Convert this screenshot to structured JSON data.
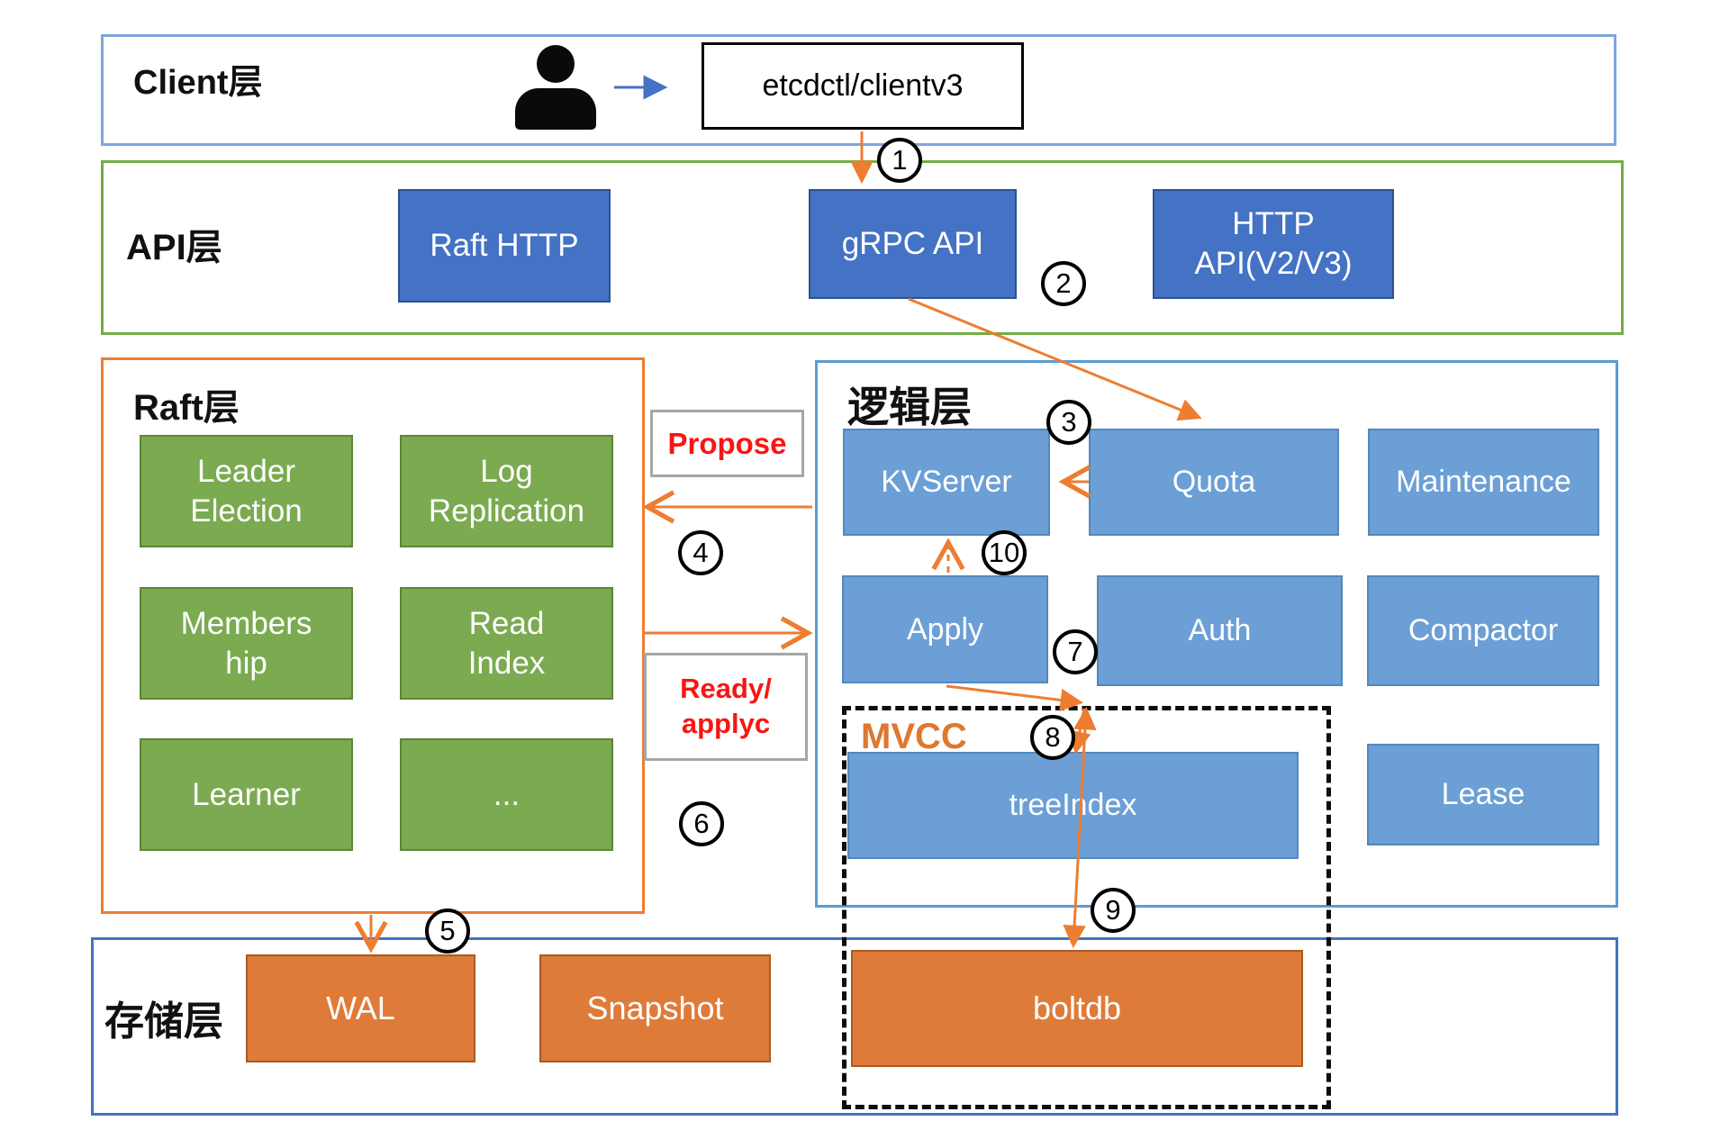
{
  "client_layer": {
    "title": "Client层",
    "client_box": "etcdctl/clientv3"
  },
  "api_layer": {
    "title": "API层",
    "raft_http": "Raft HTTP",
    "grpc_api": "gRPC API",
    "http_api": "HTTP\nAPI(V2/V3)"
  },
  "raft_layer": {
    "title": "Raft层",
    "leader_election": "Leader\nElection",
    "log_replication": "Log\nReplication",
    "membership": "Members\nhip",
    "read_index": "Read\nIndex",
    "learner": "Learner",
    "more": "..."
  },
  "logic_layer": {
    "title": "逻辑层",
    "kvserver": "KVServer",
    "quota": "Quota",
    "maintenance": "Maintenance",
    "apply": "Apply",
    "auth": "Auth",
    "compactor": "Compactor",
    "lease": "Lease",
    "mvcc": "MVCC",
    "tree_index": "treeIndex"
  },
  "storage_layer": {
    "title": "存储层",
    "wal": "WAL",
    "snapshot": "Snapshot",
    "boltdb": "boltdb"
  },
  "flow_labels": {
    "propose": "Propose",
    "ready_applyc": "Ready/\napplyc"
  },
  "steps": [
    "1",
    "2",
    "3",
    "4",
    "5",
    "6",
    "7",
    "8",
    "9",
    "10"
  ],
  "icons": {
    "user": "user-silhouette-icon"
  },
  "colors": {
    "accent_orange": "#ED7D31",
    "box_orange": "#DF7B39",
    "box_blue_dark": "#4472C4",
    "box_blue_light": "#6B9FD6",
    "box_green": "#7BAA51",
    "border_client": "#7EA6DC",
    "border_api_green": "#70AD47",
    "border_logic_blue": "#5B9BD5",
    "border_storage_blue": "#4472C4",
    "flow_text_red": "#FA1414"
  }
}
